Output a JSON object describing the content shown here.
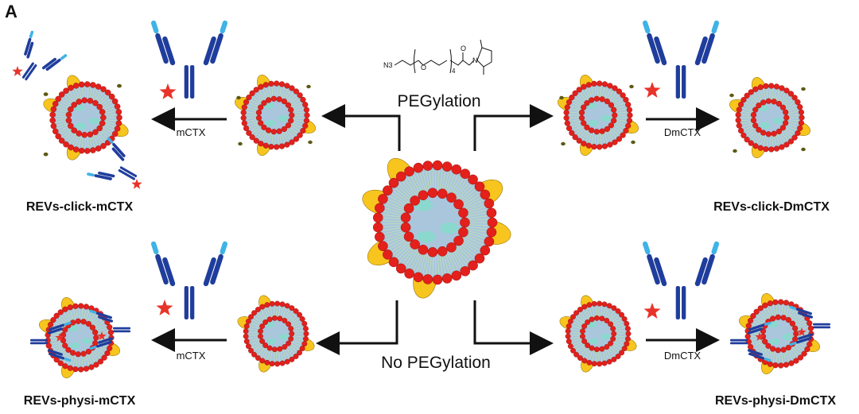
{
  "panel_letter": "A",
  "center_top_label": "PEGylation",
  "center_bottom_label": "No PEGylation",
  "reagent_labels": {
    "n3": "N3",
    "subscript": "4",
    "o1": "O",
    "o2": "O",
    "n": "N"
  },
  "arrow_labels": {
    "top_left": "mCTX",
    "top_right": "DmCTX",
    "bottom_left": "mCTX",
    "bottom_right": "DmCTX"
  },
  "product_labels": {
    "top_left": "REVs-click-mCTX",
    "top_right": "REVs-click-DmCTX",
    "bottom_left": "REVs-physi-mCTX",
    "bottom_right": "REVs-physi-DmCTX"
  },
  "colors": {
    "lipid_head": "#e3201b",
    "core": "#a9c6dc",
    "spot": "#7fe0c8",
    "protein": "#f7c51e",
    "antibody_dark": "#1f3d9c",
    "antibody_light": "#3fb3e6",
    "star": "#e8332a",
    "dot": "#5b5a14"
  },
  "icons": [
    "vesicle-icon",
    "antibody-icon",
    "star-icon",
    "arrow-icon",
    "peg-reagent-icon"
  ]
}
